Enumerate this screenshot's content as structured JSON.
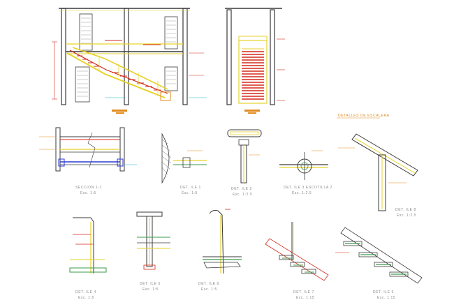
{
  "sheet": {
    "background": "#ffffff",
    "colors": {
      "steel": "#3a3a3a",
      "yellow": "#e6d22a",
      "red": "#d42a1a",
      "orange": "#e08a1e",
      "green": "#3a9a4a",
      "blue": "#2a3ad4",
      "cyan": "#1ab4d4",
      "label": "#8a8a8a"
    },
    "detail_header": "DETALLES DE ESCALERA"
  },
  "details": [
    {
      "id": "seccion",
      "title": "SECCION 1-1",
      "scale": "Esc. 1:5"
    },
    {
      "id": "det1",
      "title": "DET. ILE 1",
      "scale": "Esc. 1:5"
    },
    {
      "id": "det2",
      "title": "DET. ILE 2",
      "scale": "Esc. 1:2.5"
    },
    {
      "id": "det3",
      "title": "DET. ILE 3 ESCOTILLA 2",
      "scale": "Esc. 1:2.5"
    },
    {
      "id": "det8",
      "title": "DET. ILE 8",
      "scale": "Esc. 1:2.5"
    },
    {
      "id": "det4",
      "title": "DET. ILE 4",
      "scale": "Esc. 1:5"
    },
    {
      "id": "det5",
      "title": "DET. ILE 5",
      "scale": "Esc. 1:5"
    },
    {
      "id": "det6",
      "title": "DET. ILE 6",
      "scale": "Esc. 1:5"
    },
    {
      "id": "det7",
      "title": "DET. ILE 7",
      "scale": "Esc. 1:15"
    },
    {
      "id": "det9",
      "title": "DET. ILE 9",
      "scale": "Esc. 1:15"
    }
  ]
}
